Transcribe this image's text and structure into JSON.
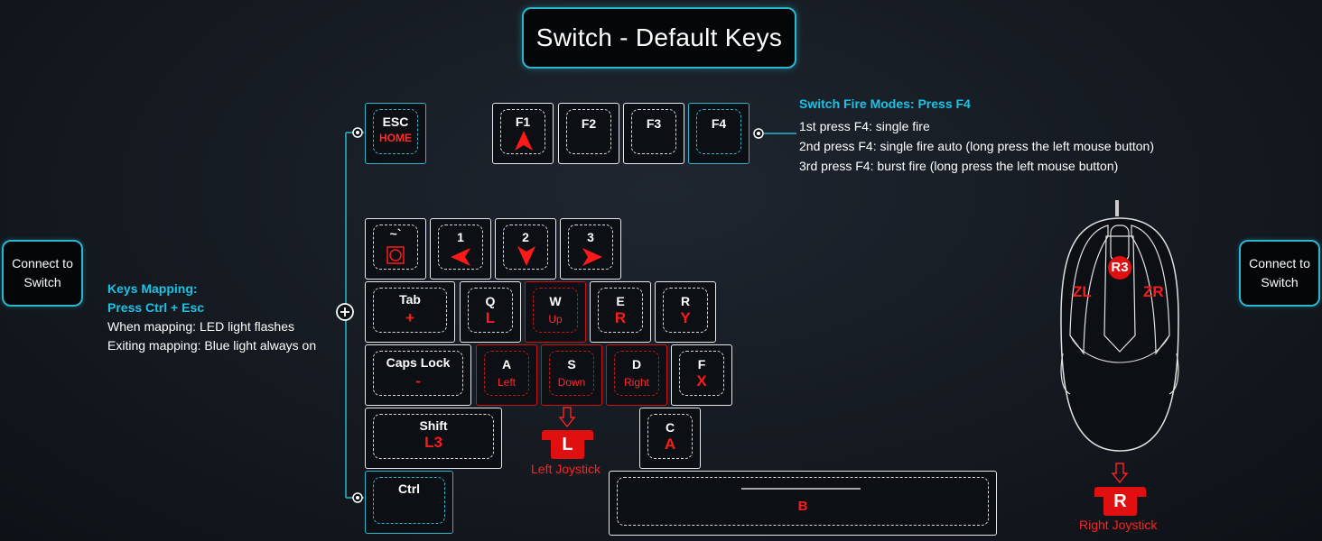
{
  "title": "Switch - Default Keys",
  "connect_left": {
    "line1": "Connect to",
    "line2": "Switch"
  },
  "connect_right": {
    "line1": "Connect to",
    "line2": "Switch"
  },
  "fire_modes": {
    "title": "Switch Fire Modes: Press F4",
    "lines": [
      "1st press F4: single fire",
      "2nd press F4: single fire auto (long press the left mouse button)",
      "3rd press F4: burst fire (long press the left mouse button)"
    ]
  },
  "mapping": {
    "title1": "Keys Mapping:",
    "title2": "Press Ctrl + Esc",
    "line1": "When mapping: LED light flashes",
    "line2": "Exiting mapping:  Blue light always on"
  },
  "keys": {
    "esc": {
      "label": "ESC",
      "sub": "HOME"
    },
    "f1": {
      "label": "F1"
    },
    "f2": {
      "label": "F2"
    },
    "f3": {
      "label": "F3"
    },
    "f4": {
      "label": "F4"
    },
    "tilde": {
      "label": "~`"
    },
    "k1": {
      "label": "1"
    },
    "k2": {
      "label": "2"
    },
    "k3": {
      "label": "3"
    },
    "tab": {
      "label": "Tab",
      "map": "+"
    },
    "q": {
      "label": "Q",
      "map": "L"
    },
    "w": {
      "label": "W",
      "sub": "Up"
    },
    "e": {
      "label": "E",
      "map": "R"
    },
    "r": {
      "label": "R",
      "map": "Y"
    },
    "caps": {
      "label": "Caps Lock",
      "map": "-"
    },
    "a": {
      "label": "A",
      "sub": "Left"
    },
    "s": {
      "label": "S",
      "sub": "Down"
    },
    "d": {
      "label": "D",
      "sub": "Right"
    },
    "f": {
      "label": "F",
      "map": "X"
    },
    "shift": {
      "label": "Shift",
      "map": "L3"
    },
    "c": {
      "label": "C",
      "map": "A"
    },
    "ctrl": {
      "label": "Ctrl"
    },
    "space": {
      "map": "B"
    }
  },
  "left_joystick": {
    "letter": "L",
    "label": "Left Joystick"
  },
  "right_joystick": {
    "letter": "R",
    "label": "Right Joystick"
  },
  "mouse": {
    "r3": "R3",
    "zl": "ZL",
    "zr": "ZR"
  },
  "colors": {
    "accent": "#2bb6cf",
    "info": "#19c3e6",
    "mapped": "#ff1a1a"
  }
}
